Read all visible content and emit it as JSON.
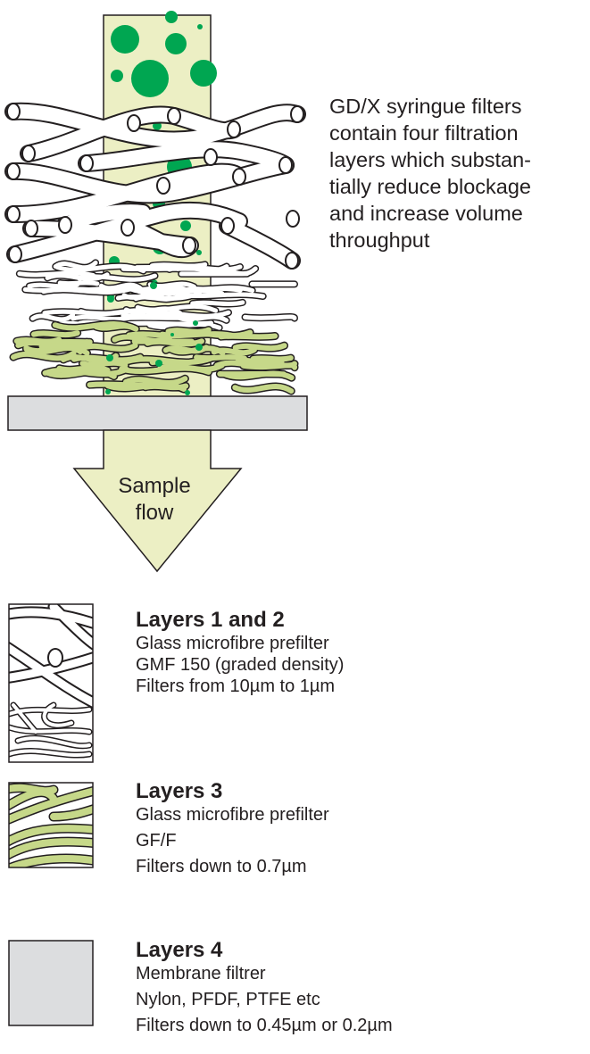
{
  "description": {
    "lines": [
      "GD/X syringue filters",
      "contain four filtration",
      "layers which substan-",
      "tially reduce blockage",
      "and increase volume",
      "throughput"
    ]
  },
  "arrow": {
    "label_line1": "Sample",
    "label_line2": "flow"
  },
  "colors": {
    "sample_fill": "#ecefc4",
    "particle": "#00a651",
    "fibre_green": "#c6d889",
    "membrane": "#dcdddf",
    "outline": "#231f20"
  },
  "legend": [
    {
      "title": "Layers 1 and 2",
      "lines": [
        "Glass microfibre prefilter",
        "GMF 150 (graded density)",
        "Filters from 10µm to 1µm"
      ]
    },
    {
      "title": "Layers 3",
      "lines": [
        "Glass microfibre prefilter",
        "GF/F",
        "Filters down to 0.7µm"
      ]
    },
    {
      "title": "Layers 4",
      "lines": [
        "Membrane filtrer",
        "Nylon, PFDF, PTFE etc",
        "Filters down to 0.45µm or 0.2µm"
      ]
    }
  ]
}
